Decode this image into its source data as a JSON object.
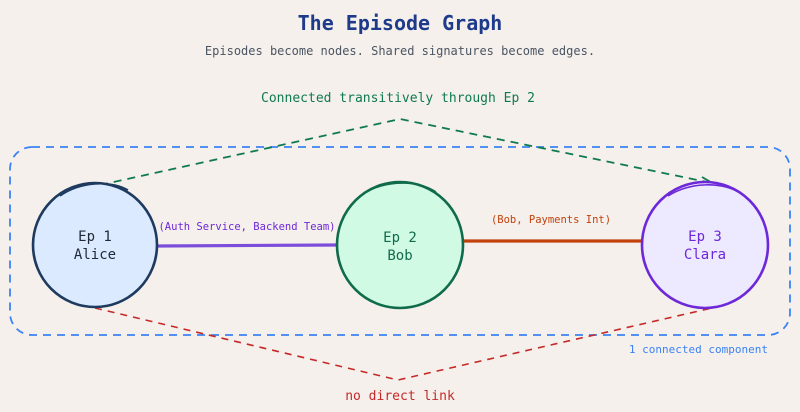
{
  "title": "The Episode Graph",
  "subtitle": "Episodes become nodes. Shared signatures become edges.",
  "transitive_label": "Connected transitively through Ep 2",
  "no_link_label": "no direct link",
  "component_label": "1 connected component",
  "nodes": [
    {
      "id": "ep1",
      "ep": "Ep 1",
      "name": "Alice"
    },
    {
      "id": "ep2",
      "ep": "Ep 2",
      "name": "Bob"
    },
    {
      "id": "ep3",
      "ep": "Ep 3",
      "name": "Clara"
    }
  ],
  "edges": [
    {
      "from": "ep1",
      "to": "ep2",
      "label": "(Auth Service, Backend Team)"
    },
    {
      "from": "ep2",
      "to": "ep3",
      "label": "(Bob, Payments Int)"
    }
  ],
  "colors": {
    "background": "#f5f0eb",
    "title": "#1e3a8a",
    "subtitle": "#4b5563",
    "component_border": "#3b82f6",
    "component_label": "#3b82f6",
    "transitive": "#0f7a4f",
    "no_link": "#c62828",
    "ep1_fill": "#dbeafe",
    "ep1_stroke": "#1e3a5f",
    "ep2_fill": "#d1fae5",
    "ep2_stroke": "#0f6b4b",
    "ep3_fill": "#ede9fe",
    "ep3_stroke": "#6d28d9",
    "edge1": "#7c4ddb",
    "edge2": "#c2410c",
    "edge1_label": "#6d28d9",
    "edge2_label": "#c2410c",
    "node_text_dark": "#1f2937",
    "node_text_ep2": "#0f6b4b",
    "node_text_ep3": "#6d28d9"
  }
}
